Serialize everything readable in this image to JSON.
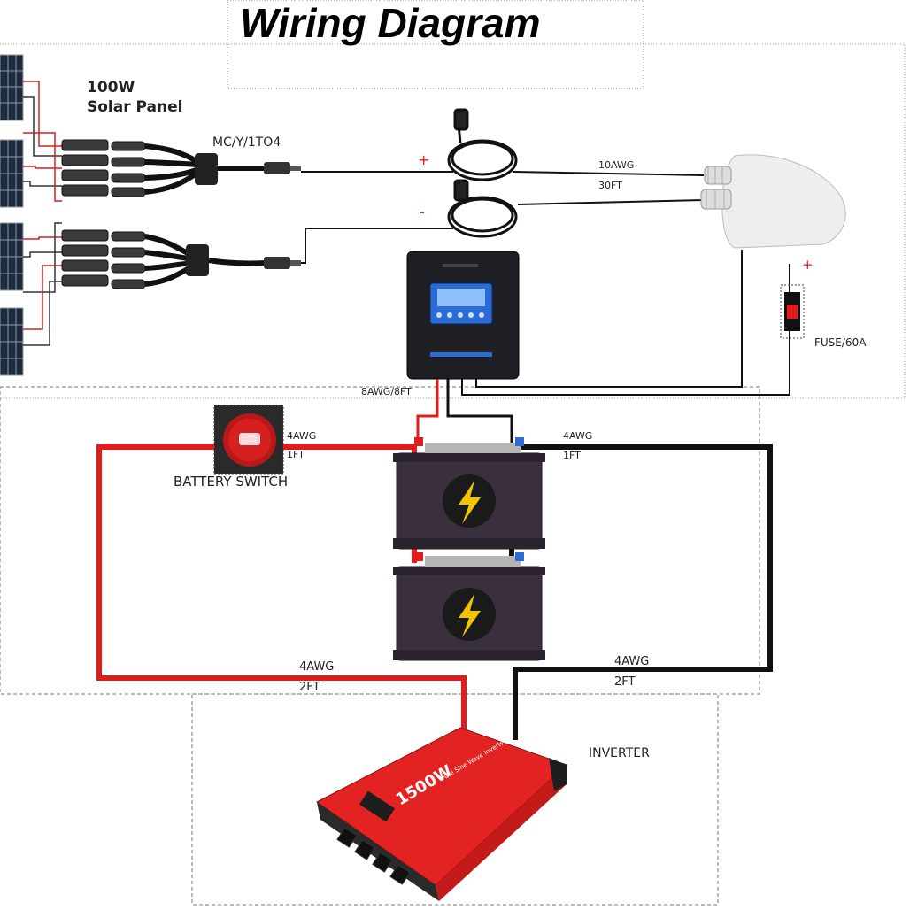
{
  "title": "Wiring Diagram",
  "labels": {
    "solar_panel_line1": "100W",
    "solar_panel_line2": "Solar Panel",
    "branch_connector": "MC/Y/1TO4",
    "pv_positive": "+",
    "pv_negative": "-",
    "pv_cable_gauge": "10AWG",
    "pv_cable_length": "30FT",
    "fuse_positive": "+",
    "fuse": "FUSE/60A",
    "controller_cable": "8AWG/8FT",
    "battery_switch": "BATTERY SWITCH",
    "switch_cable_gauge": "4AWG",
    "switch_cable_length": "1FT",
    "battery_neg_gauge": "4AWG",
    "battery_neg_length": "1FT",
    "inverter_pos_gauge": "4AWG",
    "inverter_pos_length": "2FT",
    "inverter_neg_gauge": "4AWG",
    "inverter_neg_length": "2FT",
    "inverter": "INVERTER",
    "inverter_brand": "1500W",
    "inverter_subtitle": "Pure Sine Wave Inverter"
  },
  "colors": {
    "positive_wire": "#e31b1b",
    "negative_wire": "#111111",
    "thin_wire": "#222222",
    "battery_body": "#3a2f3c",
    "battery_icon": "#f2c400",
    "inverter_body": "#e32222",
    "controller_body": "#1d1f24",
    "controller_screen": "#2b6bd6",
    "switch_knob": "#d62020"
  },
  "icons": [
    "solar-panel-icon",
    "branch-connector-icon",
    "cable-coil-icon",
    "entry-gland-icon",
    "fuse-icon",
    "charge-controller-icon",
    "battery-switch-icon",
    "battery-icon",
    "lightning-bolt-icon",
    "inverter-icon"
  ]
}
